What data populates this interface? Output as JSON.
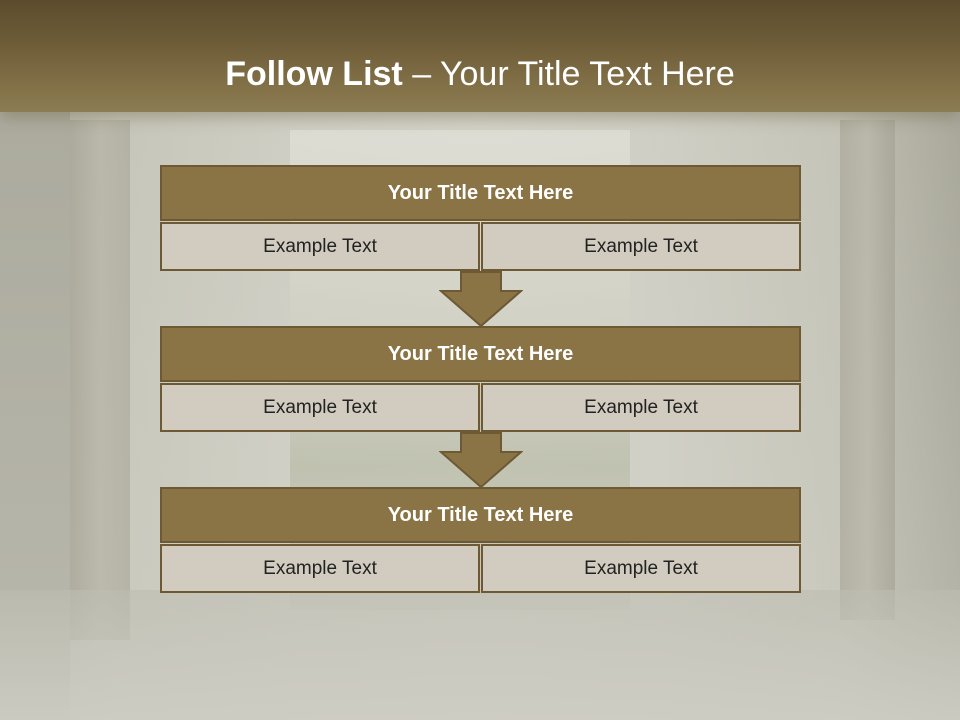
{
  "slide": {
    "title_bold": "Follow List",
    "title_rest": " – Your Title Text Here"
  },
  "blocks": [
    {
      "title": "Your Title Text Here",
      "left": "Example Text",
      "right": "Example Text"
    },
    {
      "title": "Your Title Text Here",
      "left": "Example Text",
      "right": "Example Text"
    },
    {
      "title": "Your Title Text Here",
      "left": "Example Text",
      "right": "Example Text"
    }
  ],
  "colors": {
    "accent": "#8a7446",
    "border": "#6d5a34",
    "cell_bg": "#d2ccc0"
  },
  "icons": [
    "down-arrow-icon",
    "down-arrow-icon"
  ]
}
